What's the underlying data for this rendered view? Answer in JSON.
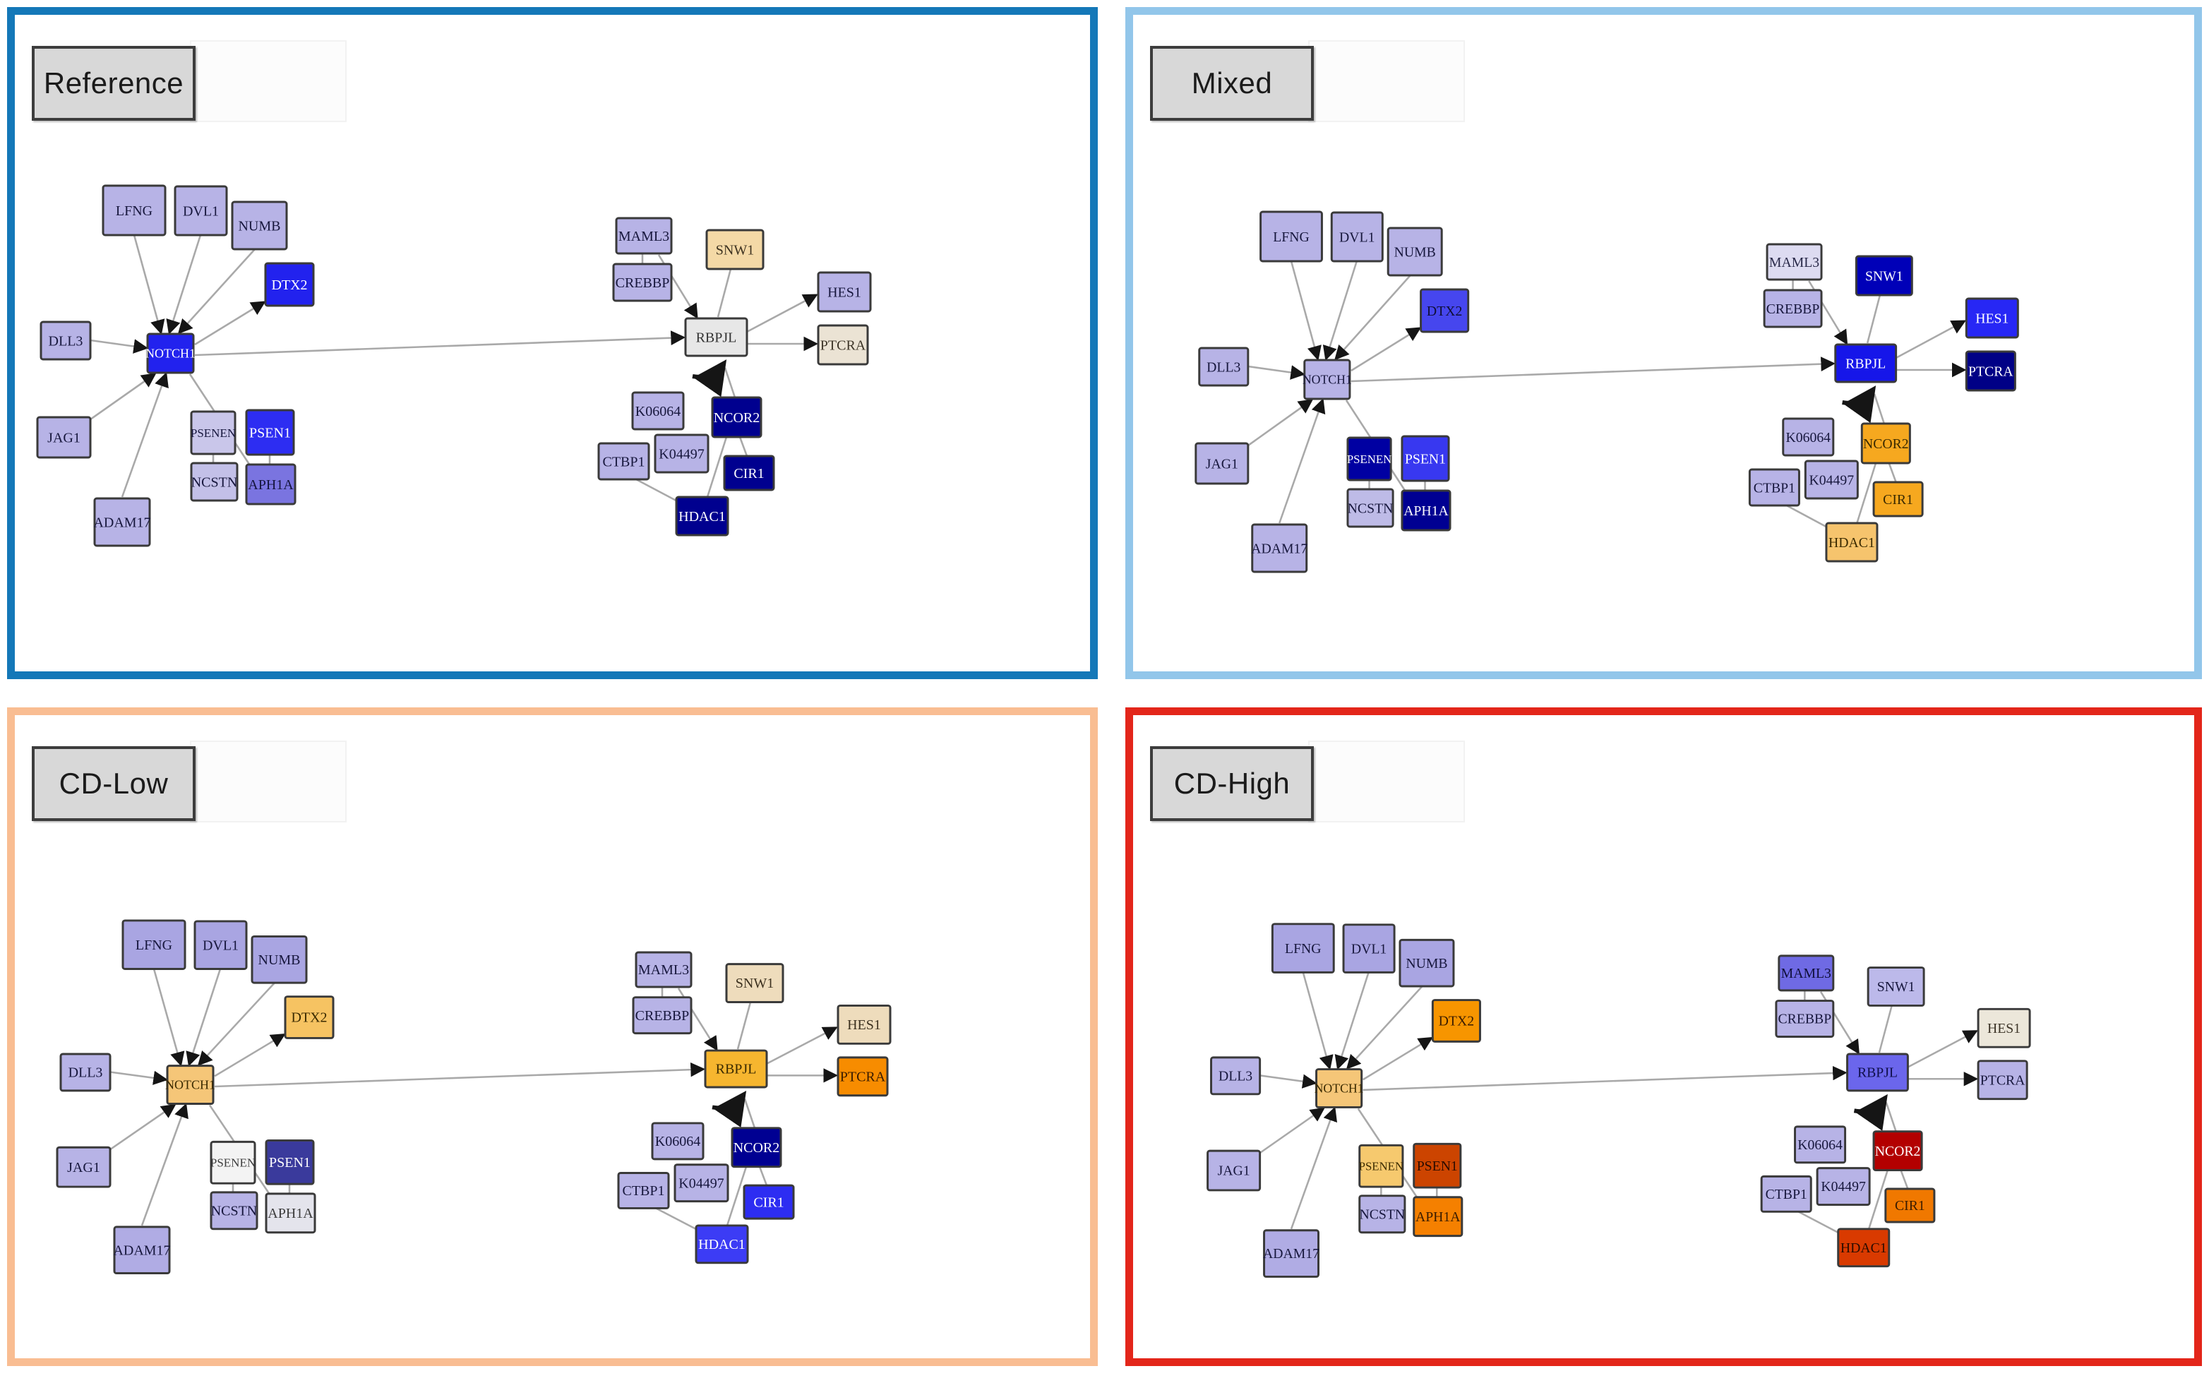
{
  "figure": {
    "type": "gene-network-comparison",
    "description": "Notch signaling gene network rendered four times with condition-specific node coloring"
  },
  "network_nodes": [
    "LFNG",
    "DVL1",
    "NUMB",
    "DTX2",
    "DLL3",
    "NOTCH1",
    "JAG1",
    "ADAM17",
    "PSENEN",
    "PSEN1",
    "NCSTN",
    "APH1A",
    "MAML3",
    "CREBBP",
    "SNW1",
    "RBPJL",
    "HES1",
    "PTCRA",
    "K06064",
    "K04497",
    "CTBP1",
    "NCOR2",
    "CIR1",
    "HDAC1"
  ],
  "edges": [
    {
      "from": "LFNG",
      "to": "NOTCH1",
      "style": "arrow"
    },
    {
      "from": "DVL1",
      "to": "NOTCH1",
      "style": "arrow"
    },
    {
      "from": "NUMB",
      "to": "NOTCH1",
      "style": "arrow"
    },
    {
      "from": "DLL3",
      "to": "NOTCH1",
      "style": "arrow"
    },
    {
      "from": "JAG1",
      "to": "NOTCH1",
      "style": "arrow"
    },
    {
      "from": "ADAM17",
      "to": "NOTCH1",
      "style": "arrow"
    },
    {
      "from": "NOTCH1",
      "to": "DTX2",
      "style": "arrow"
    },
    {
      "from": "NOTCH1",
      "to": "RBPJL",
      "style": "arrow"
    },
    {
      "from": "NOTCH1",
      "to": "APH1A",
      "style": "line"
    },
    {
      "from": "PSENEN",
      "to": "NCSTN",
      "style": "line"
    },
    {
      "from": "PSEN1",
      "to": "APH1A",
      "style": "line"
    },
    {
      "from": "MAML3",
      "to": "CREBBP",
      "style": "line"
    },
    {
      "from": "MAML3",
      "to": "RBPJL",
      "style": "arrow"
    },
    {
      "from": "SNW1",
      "to": "RBPJL",
      "style": "line"
    },
    {
      "from": "RBPJL",
      "to": "HES1",
      "style": "arrow"
    },
    {
      "from": "RBPJL",
      "to": "PTCRA",
      "style": "arrow"
    },
    {
      "from": "NCOR2",
      "to": "RBPJL",
      "style": "hook"
    },
    {
      "from": "NCOR2",
      "to": "CIR1",
      "style": "line"
    },
    {
      "from": "NCOR2",
      "to": "HDAC1",
      "style": "line"
    },
    {
      "from": "CTBP1",
      "to": "HDAC1",
      "style": "line"
    }
  ],
  "panels": [
    {
      "id": "reference",
      "label": "Reference",
      "border_color": "#1478b8",
      "node_colors": {
        "LFNG": {
          "f": "#b7b3e6"
        },
        "DVL1": {
          "f": "#b7b3e6"
        },
        "NUMB": {
          "f": "#b7b3e6"
        },
        "DTX2": {
          "f": "#2222ee",
          "t": "#ffffff"
        },
        "DLL3": {
          "f": "#b7b3e6"
        },
        "NOTCH1": {
          "f": "#2222ee",
          "t": "#ffffff"
        },
        "JAG1": {
          "f": "#b7b3e6"
        },
        "ADAM17": {
          "f": "#b7b3e6"
        },
        "PSENEN": {
          "f": "#c9c6ea"
        },
        "PSEN1": {
          "f": "#2d2df2",
          "t": "#ffffff"
        },
        "NCSTN": {
          "f": "#c3c0e8"
        },
        "APH1A": {
          "f": "#7a74e0",
          "t": "#14143c"
        },
        "MAML3": {
          "f": "#b7b3e6"
        },
        "CREBBP": {
          "f": "#b7b3e6"
        },
        "SNW1": {
          "f": "#f4d9a6",
          "t": "#3d3220"
        },
        "RBPJL": {
          "f": "#e7e7e7",
          "t": "#333333"
        },
        "HES1": {
          "f": "#b7b3e6"
        },
        "PTCRA": {
          "f": "#ebe3d4",
          "t": "#3d3528"
        },
        "K06064": {
          "f": "#b7b3e6"
        },
        "K04497": {
          "f": "#b7b3e6"
        },
        "CTBP1": {
          "f": "#b7b3e6"
        },
        "NCOR2": {
          "f": "#00008f",
          "t": "#ffffff"
        },
        "CIR1": {
          "f": "#00008f",
          "t": "#ffffff"
        },
        "HDAC1": {
          "f": "#00008f",
          "t": "#ffffff"
        }
      }
    },
    {
      "id": "mixed",
      "label": "Mixed",
      "border_color": "#92c6ea",
      "node_colors": {
        "LFNG": {
          "f": "#b7b3e6"
        },
        "DVL1": {
          "f": "#b7b3e6"
        },
        "NUMB": {
          "f": "#b7b3e6"
        },
        "DTX2": {
          "f": "#4646ee",
          "t": "#0f0f35"
        },
        "DLL3": {
          "f": "#b7b3e6"
        },
        "NOTCH1": {
          "f": "#b7b3e6"
        },
        "JAG1": {
          "f": "#b7b3e6"
        },
        "ADAM17": {
          "f": "#b7b3e6"
        },
        "PSENEN": {
          "f": "#0000a2",
          "t": "#ffffff"
        },
        "PSEN1": {
          "f": "#3838f0",
          "t": "#ffffff"
        },
        "NCSTN": {
          "f": "#bebbe7"
        },
        "APH1A": {
          "f": "#000092",
          "t": "#ffffff"
        },
        "MAML3": {
          "f": "#dddbf1",
          "t": "#2a2a4a"
        },
        "CREBBP": {
          "f": "#b7b3e6"
        },
        "SNW1": {
          "f": "#0000b8",
          "t": "#ffffff"
        },
        "RBPJL": {
          "f": "#1616e9",
          "t": "#ffffff"
        },
        "HES1": {
          "f": "#2727f5",
          "t": "#ffffff"
        },
        "PTCRA": {
          "f": "#000086",
          "t": "#ffffff"
        },
        "K06064": {
          "f": "#b7b3e6"
        },
        "K04497": {
          "f": "#b7b3e6"
        },
        "CTBP1": {
          "f": "#b7b3e6"
        },
        "NCOR2": {
          "f": "#f6a81f",
          "t": "#3a2a00"
        },
        "CIR1": {
          "f": "#f6a81f",
          "t": "#3a2a00"
        },
        "HDAC1": {
          "f": "#f6c46d",
          "t": "#3a2a00"
        }
      }
    },
    {
      "id": "cd-low",
      "label": "CD-Low",
      "border_color": "#f9bd92",
      "node_colors": {
        "LFNG": {
          "f": "#a9a5e2"
        },
        "DVL1": {
          "f": "#a9a5e2"
        },
        "NUMB": {
          "f": "#a9a5e2"
        },
        "DTX2": {
          "f": "#f6c362",
          "t": "#3a2a00"
        },
        "DLL3": {
          "f": "#b7b3e6"
        },
        "NOTCH1": {
          "f": "#f5c678",
          "t": "#3a2a00"
        },
        "JAG1": {
          "f": "#b7b3e6"
        },
        "ADAM17": {
          "f": "#b0ace4"
        },
        "PSENEN": {
          "f": "#f3f3f3",
          "t": "#3c3c3c"
        },
        "PSEN1": {
          "f": "#3a3a9c",
          "t": "#ffffff"
        },
        "NCSTN": {
          "f": "#b7b3e6"
        },
        "APH1A": {
          "f": "#e4e4ec",
          "t": "#3c3c3c"
        },
        "MAML3": {
          "f": "#b7b3e6"
        },
        "CREBBP": {
          "f": "#b7b3e6"
        },
        "SNW1": {
          "f": "#eedcbc",
          "t": "#3d3220"
        },
        "RBPJL": {
          "f": "#f6b62f",
          "t": "#3a2a00"
        },
        "HES1": {
          "f": "#eedcbc",
          "t": "#3d3220"
        },
        "PTCRA": {
          "f": "#f78c00",
          "t": "#3a1c00"
        },
        "K06064": {
          "f": "#b7b3e6"
        },
        "K04497": {
          "f": "#b7b3e6"
        },
        "CTBP1": {
          "f": "#b7b3e6"
        },
        "NCOR2": {
          "f": "#000092",
          "t": "#ffffff"
        },
        "CIR1": {
          "f": "#2d2df2",
          "t": "#ffffff"
        },
        "HDAC1": {
          "f": "#3c3cf5",
          "t": "#ffffff"
        }
      }
    },
    {
      "id": "cd-high",
      "label": "CD-High",
      "border_color": "#e3261a",
      "node_colors": {
        "LFNG": {
          "f": "#a9a5e2"
        },
        "DVL1": {
          "f": "#a9a5e2"
        },
        "NUMB": {
          "f": "#a9a5e2"
        },
        "DTX2": {
          "f": "#f79500",
          "t": "#3a1c00"
        },
        "DLL3": {
          "f": "#b7b3e6"
        },
        "NOTCH1": {
          "f": "#f5c678",
          "t": "#3a2a00"
        },
        "JAG1": {
          "f": "#b7b3e6"
        },
        "ADAM17": {
          "f": "#b0ace4"
        },
        "PSENEN": {
          "f": "#f6c96e",
          "t": "#3a2a00"
        },
        "PSEN1": {
          "f": "#cc4400",
          "t": "#2b0c00"
        },
        "NCSTN": {
          "f": "#b7b3e6"
        },
        "APH1A": {
          "f": "#f58000",
          "t": "#3a1c00"
        },
        "MAML3": {
          "f": "#6f6ae4",
          "t": "#0f0f3a"
        },
        "CREBBP": {
          "f": "#b7b3e6"
        },
        "SNW1": {
          "f": "#bcb9ea"
        },
        "RBPJL": {
          "f": "#6b66ec",
          "t": "#0f0f4a"
        },
        "HES1": {
          "f": "#ece7da",
          "t": "#3d3528"
        },
        "PTCRA": {
          "f": "#b7b3e6"
        },
        "K06064": {
          "f": "#b7b3e6"
        },
        "K04497": {
          "f": "#b7b3e6"
        },
        "CTBP1": {
          "f": "#b7b3e6"
        },
        "NCOR2": {
          "f": "#b30000",
          "t": "#ffffff"
        },
        "CIR1": {
          "f": "#f07800",
          "t": "#3a1c00"
        },
        "HDAC1": {
          "f": "#d93a00",
          "t": "#2b0c00"
        }
      }
    }
  ]
}
